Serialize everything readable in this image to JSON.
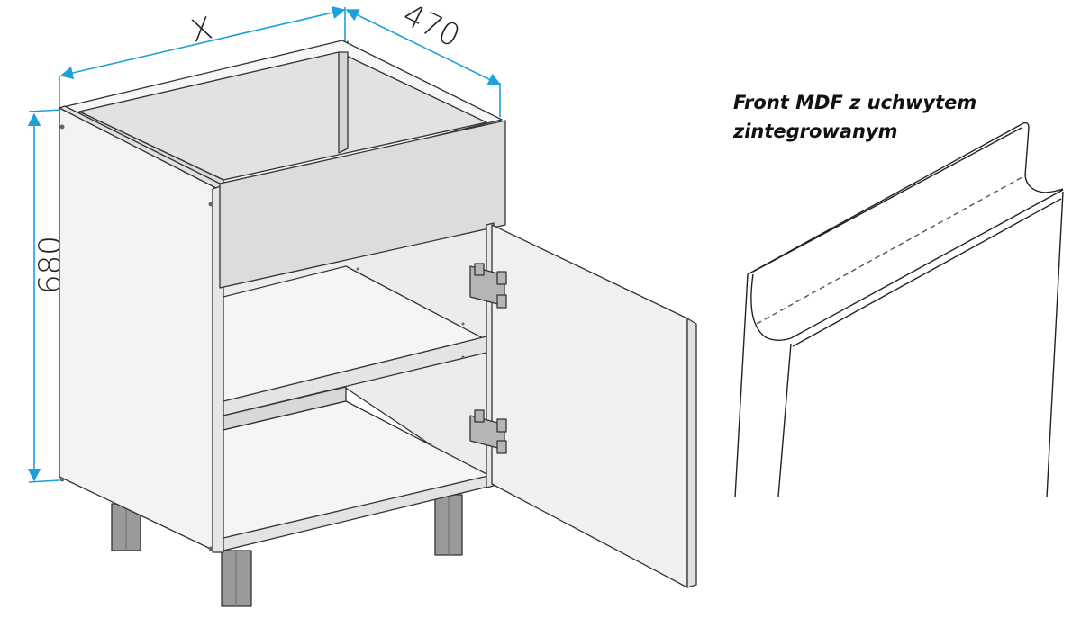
{
  "dimensions": {
    "width_label": "X",
    "depth_label": "470",
    "height_label": "680"
  },
  "caption": {
    "line1": "Front MDF z uchwytem",
    "line2": "zintegrowanym"
  },
  "colors": {
    "dimension_line": "#1ea0d8",
    "outline": "#333333",
    "panel_light": "#f3f3f3",
    "panel_mid": "#e6e6e6",
    "drawer_front": "#dcdcdc",
    "leg": "#9a9a9a"
  }
}
